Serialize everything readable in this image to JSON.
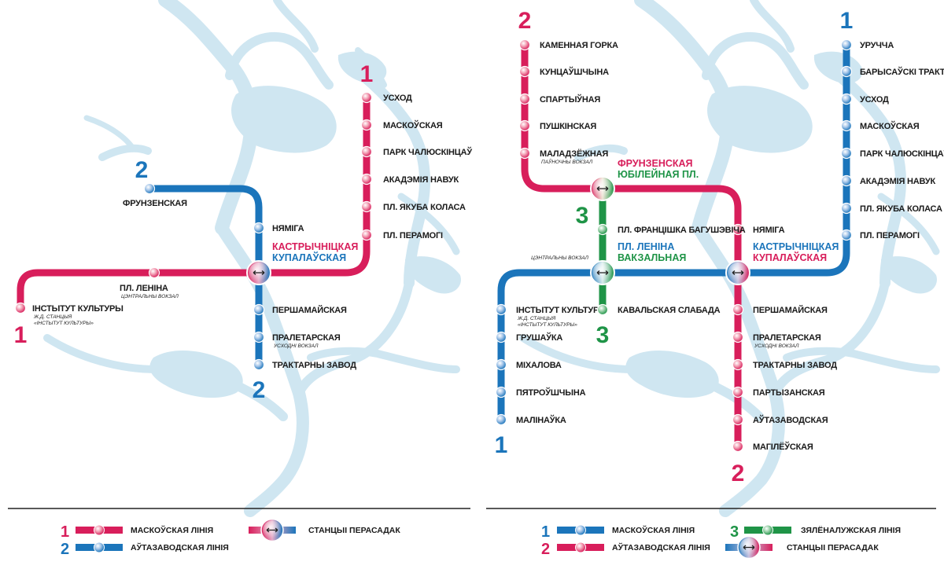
{
  "colors": {
    "red": "#d81e5b",
    "blue": "#1b75bb",
    "green": "#1f9447",
    "water": "#cfe6f1",
    "text": "#1a1a1a"
  },
  "left_map": {
    "line1_top_number": "1",
    "line1_bottom_number": "1",
    "line2_top_number": "2",
    "line2_bottom_number": "2",
    "interchange": [
      "КАСТРЫЧНІЦКАЯ",
      "КУПАЛАЎСКАЯ"
    ],
    "line1_stations": [
      {
        "name": "УСХОД",
        "sub": ""
      },
      {
        "name": "МАСКОЎСКАЯ",
        "sub": ""
      },
      {
        "name": "ПАРК ЧАЛЮСКІНЦАЎ",
        "sub": ""
      },
      {
        "name": "АКАДЭМІЯ НАВУК",
        "sub": ""
      },
      {
        "name": "ПЛ. ЯКУБА КОЛАСА",
        "sub": ""
      },
      {
        "name": "ПЛ. ПЕРАМОГІ",
        "sub": ""
      },
      {
        "name": "ПЛ. ЛЕНІНА",
        "sub": "ЦЭНТРАЛЬНЫ ВОКЗАЛ"
      },
      {
        "name": "ІНСТЫТУТ КУЛЬТУРЫ",
        "sub": "Ж.Д. СТАНЦЫЯ",
        "sub2": "«ІНСТЫТУТ КУЛЬТУРЫ»"
      }
    ],
    "line2_stations": [
      {
        "name": "ФРУНЗЕНСКАЯ",
        "sub": ""
      },
      {
        "name": "НЯМІГА",
        "sub": ""
      },
      {
        "name": "ПЕРШАМАЙСКАЯ",
        "sub": ""
      },
      {
        "name": "ПРАЛЕТАРСКАЯ",
        "sub": "УСХОДНІ ВОКЗАЛ"
      },
      {
        "name": "ТРАКТАРНЫ ЗАВОД",
        "sub": ""
      }
    ]
  },
  "right_map": {
    "line1_top_number": "1",
    "line1_bottom_number": "1",
    "line2_top_number": "2",
    "line2_bottom_number": "2",
    "line3_top_number": "3",
    "line3_bottom_number": "3",
    "interchange_frunzenskaya": [
      "ФРУНЗЕНСКАЯ",
      "ЮБІЛЕЙНАЯ ПЛ."
    ],
    "interchange_lenina": [
      "ПЛ. ЛЕНІНА",
      "ВАКЗАЛЬНАЯ"
    ],
    "interchange_kupalauskaya": [
      "КАСТРЫЧНІЦКАЯ",
      "КУПАЛАЎСКАЯ"
    ],
    "lenina_sub": "ЦЭНТРАЛЬНЫ ВОКЗАЛ",
    "line1_stations": [
      {
        "name": "УРУЧЧА",
        "sub": ""
      },
      {
        "name": "БАРЫСАЎСКІ ТРАКТ",
        "sub": ""
      },
      {
        "name": "УСХОД",
        "sub": ""
      },
      {
        "name": "МАСКОЎСКАЯ",
        "sub": ""
      },
      {
        "name": "ПАРК ЧАЛЮСКІНЦАЎ",
        "sub": ""
      },
      {
        "name": "АКАДЭМІЯ НАВУК",
        "sub": ""
      },
      {
        "name": "ПЛ. ЯКУБА КОЛАСА",
        "sub": ""
      },
      {
        "name": "ПЛ. ПЕРАМОГІ",
        "sub": ""
      },
      {
        "name": "ІНСТЫТУТ КУЛЬТУРЫ",
        "sub": "Ж.Д. СТАНЦЫЯ",
        "sub2": "«ІНСТЫТУТ КУЛЬТУРЫ»"
      },
      {
        "name": "ГРУШАЎКА",
        "sub": ""
      },
      {
        "name": "МІХАЛОВА",
        "sub": ""
      },
      {
        "name": "ПЯТРОЎШЧЫНА",
        "sub": ""
      },
      {
        "name": "МАЛІНАЎКА",
        "sub": ""
      }
    ],
    "line2_stations": [
      {
        "name": "КАМЕННАЯ ГОРКА",
        "sub": ""
      },
      {
        "name": "КУНЦАЎШЧЫНА",
        "sub": ""
      },
      {
        "name": "СПАРТЫЎНАЯ",
        "sub": ""
      },
      {
        "name": "ПУШКІНСКАЯ",
        "sub": ""
      },
      {
        "name": "МАЛАДЗЁЖНАЯ",
        "sub": "ПАЎНОЧНЫ ВОКЗАЛ"
      },
      {
        "name": "НЯМІГА",
        "sub": ""
      },
      {
        "name": "ПЕРШАМАЙСКАЯ",
        "sub": ""
      },
      {
        "name": "ПРАЛЕТАРСКАЯ",
        "sub": "УСХОДНІ ВОКЗАЛ"
      },
      {
        "name": "ТРАКТАРНЫ ЗАВОД",
        "sub": ""
      },
      {
        "name": "ПАРТЫЗАНСКАЯ",
        "sub": ""
      },
      {
        "name": "АЎТАЗАВОДСКАЯ",
        "sub": ""
      },
      {
        "name": "МАГІЛЁЎСКАЯ",
        "sub": ""
      }
    ],
    "line3_stations": [
      {
        "name": "ПЛ. ФРАНЦІШКА БАГУШЭВІЧА",
        "sub": ""
      },
      {
        "name": "КАВАЛЬСКАЯ СЛАБАДА",
        "sub": ""
      }
    ]
  },
  "legend_left": {
    "line1_num": "1",
    "line1_label": "МАСКОЎСКАЯ ЛІНІЯ",
    "line2_num": "2",
    "line2_label": "АЎТАЗАВОДСКАЯ ЛІНІЯ",
    "transfer_label": "СТАНЦЫІ ПЕРАСАДАК"
  },
  "legend_right": {
    "line1_num": "1",
    "line1_label": "МАСКОЎСКАЯ ЛІНІЯ",
    "line2_num": "2",
    "line2_label": "АЎТАЗАВОДСКАЯ ЛІНІЯ",
    "line3_num": "3",
    "line3_label": "ЗЯЛЁНАЛУЖСКАЯ ЛІНІЯ",
    "transfer_label": "СТАНЦЫІ ПЕРАСАДАК"
  },
  "icons": {
    "station": "station-dot-icon",
    "transfer": "transfer-arrow-icon"
  }
}
